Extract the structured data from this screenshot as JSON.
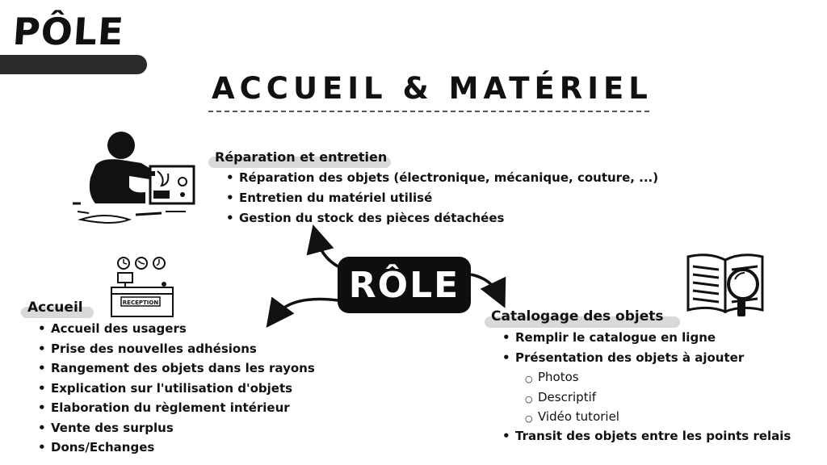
{
  "header": {
    "pole": "PÔLE"
  },
  "title": "ACCUEIL & MATÉRIEL",
  "center": {
    "label": "RÔLE"
  },
  "repair": {
    "heading": "Réparation et entretien",
    "items": [
      "Réparation des objets (électronique, mécanique, couture, ...)",
      "Entretien du matériel utilisé",
      "Gestion du stock des pièces détachées"
    ]
  },
  "accueil": {
    "heading": "Accueil",
    "items": [
      "Accueil des usagers",
      "Prise des nouvelles adhésions",
      "Rangement des objets dans les rayons",
      "Explication sur l'utilisation d'objets",
      "Elaboration du règlement intérieur",
      "Vente des surplus",
      "Dons/Echanges"
    ]
  },
  "catalogage": {
    "heading": "Catalogage des objets",
    "items_top": [
      "Remplir le catalogue en ligne",
      "Présentation des objets à ajouter"
    ],
    "sub_items": [
      "Photos",
      "Descriptif",
      "Vidéo tutoriel"
    ],
    "items_bottom": [
      "Transit des objets entre les points relais"
    ]
  },
  "icons": {
    "repair": "person-repairing-electronics-icon",
    "reception": "reception-desk-icon",
    "catalog": "book-magnifier-icon"
  },
  "reception_sign": "RECEPTION"
}
